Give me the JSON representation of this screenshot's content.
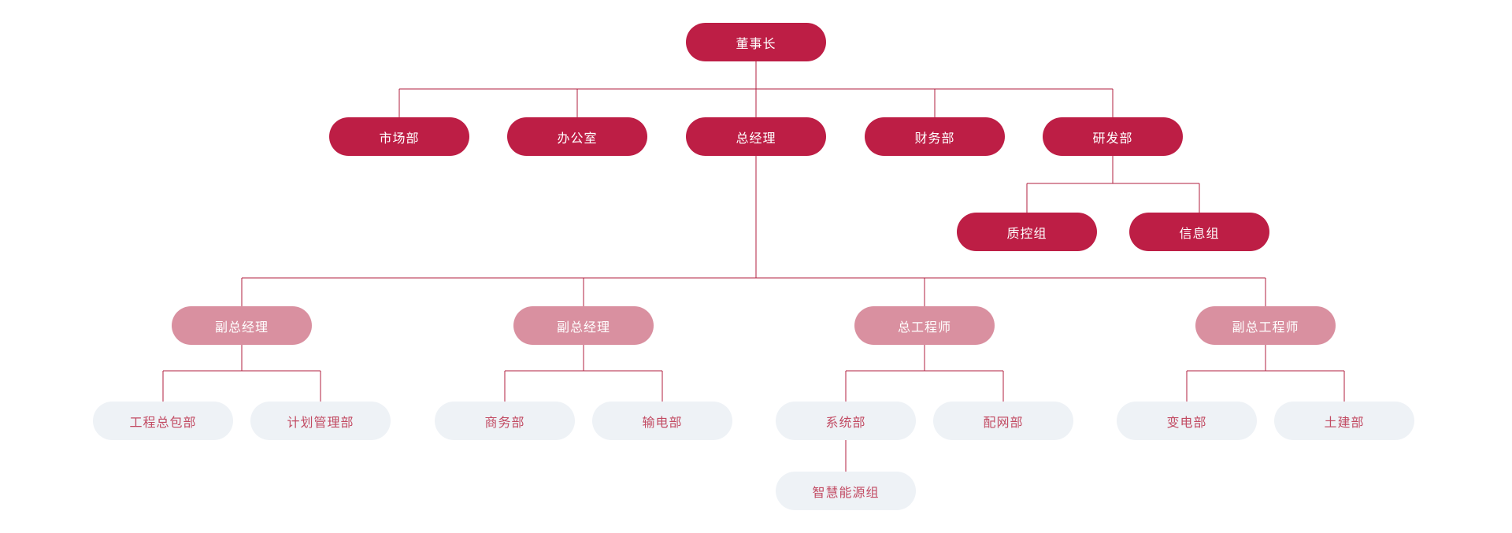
{
  "diagram": {
    "type": "org-chart",
    "colors": {
      "level1_fill": "#bd1e45",
      "level1_text": "#ffffff",
      "level2_fill": "#d990a0",
      "level2_text": "#ffffff",
      "level3_fill": "#eef2f6",
      "level3_text": "#c24b63",
      "connector": "#b01f3f",
      "background": "#ffffff"
    },
    "nodes": [
      {
        "id": "chairman",
        "label": "董事长",
        "style": "dark",
        "parent": null
      },
      {
        "id": "marketing-dept",
        "label": "市场部",
        "style": "dark",
        "parent": "chairman"
      },
      {
        "id": "office",
        "label": "办公室",
        "style": "dark",
        "parent": "chairman"
      },
      {
        "id": "general-manager",
        "label": "总经理",
        "style": "dark",
        "parent": "chairman"
      },
      {
        "id": "finance-dept",
        "label": "财务部",
        "style": "dark",
        "parent": "chairman"
      },
      {
        "id": "rnd-dept",
        "label": "研发部",
        "style": "dark",
        "parent": "chairman"
      },
      {
        "id": "quality-control-group",
        "label": "质控组",
        "style": "dark",
        "parent": "rnd-dept"
      },
      {
        "id": "information-group",
        "label": "信息组",
        "style": "dark",
        "parent": "rnd-dept"
      },
      {
        "id": "deputy-general-manager-1",
        "label": "副总经理",
        "style": "pink",
        "parent": "general-manager"
      },
      {
        "id": "deputy-general-manager-2",
        "label": "副总经理",
        "style": "pink",
        "parent": "general-manager"
      },
      {
        "id": "chief-engineer",
        "label": "总工程师",
        "style": "pink",
        "parent": "general-manager"
      },
      {
        "id": "deputy-chief-engineer",
        "label": "副总工程师",
        "style": "pink",
        "parent": "general-manager"
      },
      {
        "id": "epc-dept",
        "label": "工程总包部",
        "style": "light",
        "parent": "deputy-general-manager-1"
      },
      {
        "id": "planning-management-dept",
        "label": "计划管理部",
        "style": "light",
        "parent": "deputy-general-manager-1"
      },
      {
        "id": "commerce-dept",
        "label": "商务部",
        "style": "light",
        "parent": "deputy-general-manager-2"
      },
      {
        "id": "power-transmission-dept",
        "label": "输电部",
        "style": "light",
        "parent": "deputy-general-manager-2"
      },
      {
        "id": "system-dept",
        "label": "系统部",
        "style": "light",
        "parent": "chief-engineer"
      },
      {
        "id": "distribution-network-dept",
        "label": "配网部",
        "style": "light",
        "parent": "chief-engineer"
      },
      {
        "id": "substation-dept",
        "label": "变电部",
        "style": "light",
        "parent": "deputy-chief-engineer"
      },
      {
        "id": "civil-engineering-dept",
        "label": "土建部",
        "style": "light",
        "parent": "deputy-chief-engineer"
      },
      {
        "id": "smart-energy-group",
        "label": "智慧能源组",
        "style": "light",
        "parent": "system-dept"
      }
    ]
  }
}
